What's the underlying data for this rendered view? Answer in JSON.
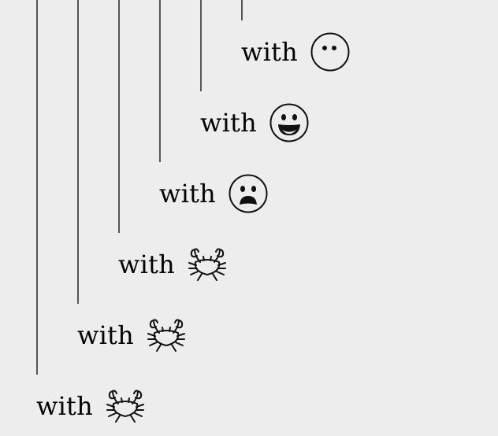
{
  "entries": [
    {
      "word": "with",
      "icon": "neutral-face-icon"
    },
    {
      "word": "with",
      "icon": "grinning-face-icon"
    },
    {
      "word": "with",
      "icon": "frowning-face-icon"
    },
    {
      "word": "with",
      "icon": "crab-icon"
    },
    {
      "word": "with",
      "icon": "crab-icon"
    },
    {
      "word": "with",
      "icon": "crab-icon"
    }
  ],
  "colors": {
    "background": "#ededed",
    "line": "#555555",
    "text": "#000000",
    "icon_stroke": "#111111"
  }
}
